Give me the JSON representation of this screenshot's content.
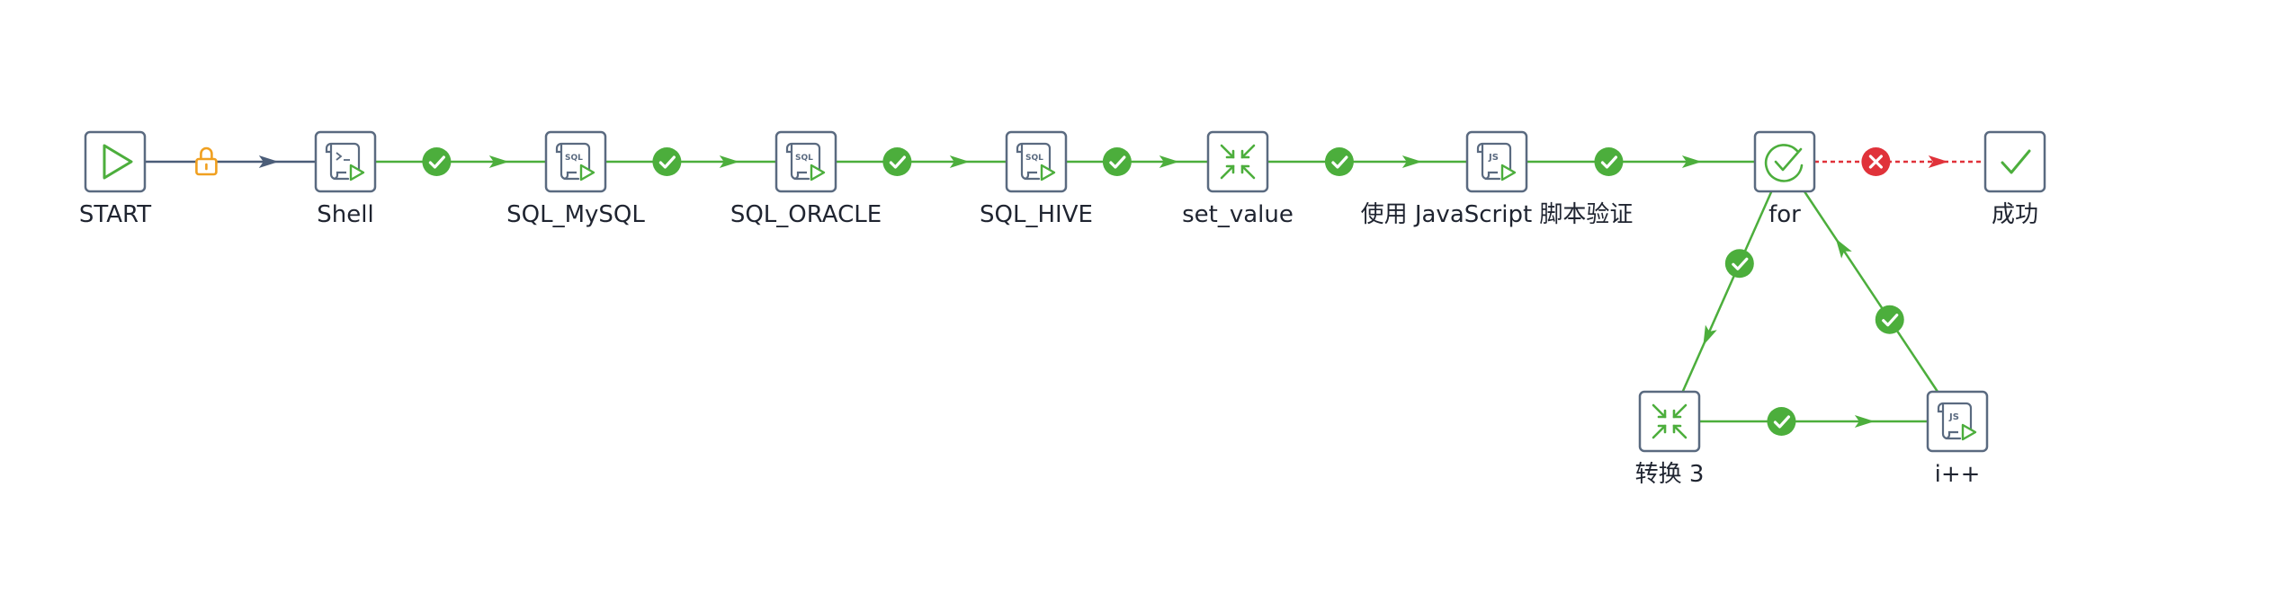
{
  "colors": {
    "success": "#4cae3c",
    "failure": "#e0323a",
    "unconditional": "#4b5d78",
    "lock": "#f0a020",
    "node_border": "#5a6a80",
    "node_accent": "#4cae3c"
  },
  "nodes": [
    {
      "id": "start",
      "label": "START",
      "icon": "start-icon"
    },
    {
      "id": "shell",
      "label": "Shell",
      "icon": "shell-script-icon"
    },
    {
      "id": "sql_mysql",
      "label": "SQL_MySQL",
      "icon": "sql-script-icon"
    },
    {
      "id": "sql_oracle",
      "label": "SQL_ORACLE",
      "icon": "sql-script-icon"
    },
    {
      "id": "sql_hive",
      "label": "SQL_HIVE",
      "icon": "sql-script-icon"
    },
    {
      "id": "set_value",
      "label": "set_value",
      "icon": "transform-icon"
    },
    {
      "id": "js_verify",
      "label": "使用 JavaScript 脚本验证",
      "icon": "js-script-icon"
    },
    {
      "id": "for",
      "label": "for",
      "icon": "check-circle-icon"
    },
    {
      "id": "success",
      "label": "成功",
      "icon": "success-icon"
    },
    {
      "id": "transform3",
      "label": "转换 3",
      "icon": "transform-icon"
    },
    {
      "id": "iplusplus",
      "label": "i++",
      "icon": "js-script-icon"
    }
  ],
  "hops": [
    {
      "from": "start",
      "to": "shell",
      "type": "unconditional",
      "badge": "lock-icon"
    },
    {
      "from": "shell",
      "to": "sql_mysql",
      "type": "success",
      "badge": "check-badge-icon"
    },
    {
      "from": "sql_mysql",
      "to": "sql_oracle",
      "type": "success",
      "badge": "check-badge-icon"
    },
    {
      "from": "sql_oracle",
      "to": "sql_hive",
      "type": "success",
      "badge": "check-badge-icon"
    },
    {
      "from": "sql_hive",
      "to": "set_value",
      "type": "success",
      "badge": "check-badge-icon"
    },
    {
      "from": "set_value",
      "to": "js_verify",
      "type": "success",
      "badge": "check-badge-icon"
    },
    {
      "from": "js_verify",
      "to": "for",
      "type": "success",
      "badge": "check-badge-icon"
    },
    {
      "from": "for",
      "to": "success",
      "type": "failure",
      "badge": "error-badge-icon"
    },
    {
      "from": "for",
      "to": "transform3",
      "type": "success",
      "badge": "check-badge-icon"
    },
    {
      "from": "transform3",
      "to": "iplusplus",
      "type": "success",
      "badge": "check-badge-icon"
    },
    {
      "from": "iplusplus",
      "to": "for",
      "type": "success",
      "badge": "check-badge-icon"
    }
  ]
}
